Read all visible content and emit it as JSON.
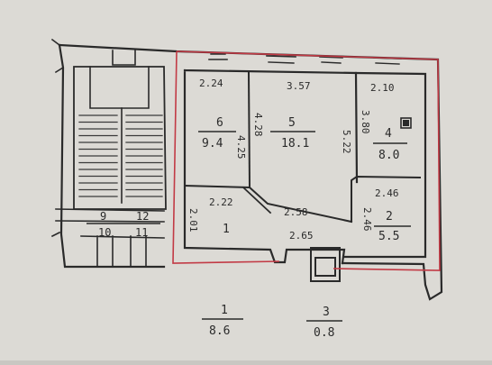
{
  "drawing": {
    "paper_color": "#dcdad5",
    "line_color": "#2a2a2a",
    "outline_color": "#c23a45",
    "hatch_color": "#3a3a3a"
  },
  "rooms": {
    "r6": {
      "number": "6",
      "area": "9.4"
    },
    "r5": {
      "number": "5",
      "area": "18.1"
    },
    "r4": {
      "number": "4",
      "area": "8.0"
    },
    "r2": {
      "number": "2",
      "area": "5.5"
    },
    "r1": {
      "number": "1"
    }
  },
  "dimensions": {
    "top_r6": "2.24",
    "top_r5": "3.57",
    "top_r4": "2.10",
    "side_r6": "4.25",
    "side_r5_left": "4.28",
    "side_r5_right": "5.22",
    "side_r4": "3.80",
    "r2_top": "2.46",
    "r2_side": "2.46",
    "corridor_a": "2.22",
    "corridor_b": "2.58",
    "r1_side": "2.01",
    "bottom": "2.65"
  },
  "stair_area": {
    "upper_left": "9",
    "upper_right": "12",
    "lower_left": "10",
    "lower_right": "11"
  },
  "legend": [
    {
      "number": "1",
      "area": "8.6"
    },
    {
      "number": "3",
      "area": "0.8"
    }
  ]
}
